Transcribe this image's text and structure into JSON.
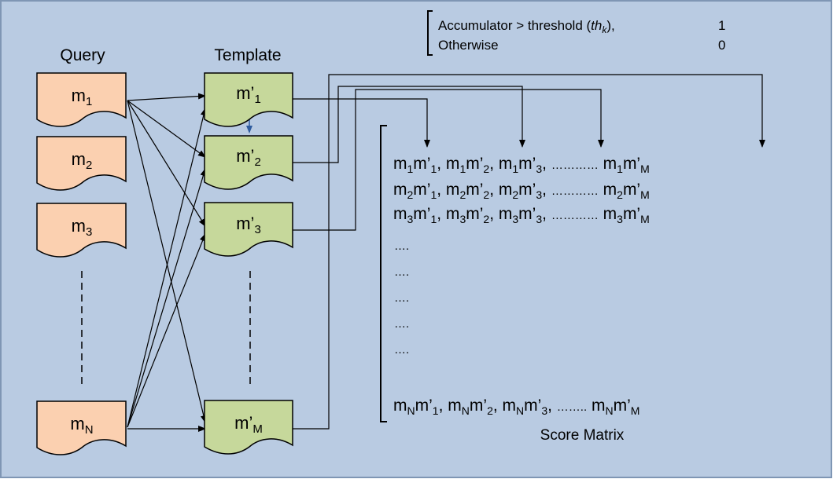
{
  "colors": {
    "background": "#b9cbe2",
    "border": "#7f96b4",
    "query_fill": "#fbd0b0",
    "template_fill": "#c6d89b",
    "line": "#000000",
    "accent_arrow": "#2f5c9e"
  },
  "threshold_rule": {
    "line1_text": "Accumulator > threshold (",
    "line1_var": "th",
    "line1_sub": "k",
    "line1_end": "),",
    "line1_value": "1",
    "line2_text": "Otherwise",
    "line2_value": "0"
  },
  "query": {
    "title": "Query",
    "nodes": [
      {
        "base": "m",
        "sub": "1"
      },
      {
        "base": "m",
        "sub": "2"
      },
      {
        "base": "m",
        "sub": "3"
      },
      {
        "base": "m",
        "sub": "N"
      }
    ]
  },
  "template": {
    "title": "Template",
    "nodes": [
      {
        "base": "m’",
        "sub": "1"
      },
      {
        "base": "m’",
        "sub": "2"
      },
      {
        "base": "m’",
        "sub": "3"
      },
      {
        "base": "m’",
        "sub": "M"
      }
    ]
  },
  "matrix": {
    "caption": "Score Matrix",
    "rows": [
      [
        {
          "t": "m"
        },
        {
          "t": "1",
          "s": 1
        },
        {
          "t": "m’"
        },
        {
          "t": "1",
          "s": 1
        },
        {
          "t": ",  m"
        },
        {
          "t": "1",
          "s": 1
        },
        {
          "t": "m’"
        },
        {
          "t": "2",
          "s": 1
        },
        {
          "t": ", m"
        },
        {
          "t": "1",
          "s": 1
        },
        {
          "t": "m’"
        },
        {
          "t": "3",
          "s": 1
        },
        {
          "t": ", "
        },
        {
          "t": "…………",
          "d": 1
        },
        {
          "t": " m"
        },
        {
          "t": "1",
          "s": 1
        },
        {
          "t": "m’"
        },
        {
          "t": "M",
          "s": 1
        }
      ],
      [
        {
          "t": "m"
        },
        {
          "t": "2",
          "s": 1
        },
        {
          "t": "m’"
        },
        {
          "t": "1",
          "s": 1
        },
        {
          "t": ",  m"
        },
        {
          "t": "2",
          "s": 1
        },
        {
          "t": "m’"
        },
        {
          "t": "2",
          "s": 1
        },
        {
          "t": ", m"
        },
        {
          "t": "2",
          "s": 1
        },
        {
          "t": "m’"
        },
        {
          "t": "3",
          "s": 1
        },
        {
          "t": ", "
        },
        {
          "t": "…………",
          "d": 1
        },
        {
          "t": " m"
        },
        {
          "t": "2",
          "s": 1
        },
        {
          "t": "m’"
        },
        {
          "t": "M",
          "s": 1
        }
      ],
      [
        {
          "t": "m"
        },
        {
          "t": "3",
          "s": 1
        },
        {
          "t": "m’"
        },
        {
          "t": "1",
          "s": 1
        },
        {
          "t": ",  m"
        },
        {
          "t": "3",
          "s": 1
        },
        {
          "t": "m’"
        },
        {
          "t": "2",
          "s": 1
        },
        {
          "t": ", m"
        },
        {
          "t": "3",
          "s": 1
        },
        {
          "t": "m’"
        },
        {
          "t": "3",
          "s": 1
        },
        {
          "t": ", "
        },
        {
          "t": "…………",
          "d": 1
        },
        {
          "t": " m"
        },
        {
          "t": "3",
          "s": 1
        },
        {
          "t": "m’"
        },
        {
          "t": "M",
          "s": 1
        }
      ]
    ],
    "ellipsis_rows": [
      "….",
      "….",
      "….",
      "….",
      "…."
    ],
    "last_row": [
      {
        "t": "m"
      },
      {
        "t": "N",
        "s": 1
      },
      {
        "t": "m’"
      },
      {
        "t": "1",
        "s": 1
      },
      {
        "t": ",  m"
      },
      {
        "t": "N",
        "s": 1
      },
      {
        "t": "m’"
      },
      {
        "t": "2",
        "s": 1
      },
      {
        "t": ", m"
      },
      {
        "t": "N",
        "s": 1
      },
      {
        "t": "m’"
      },
      {
        "t": "3",
        "s": 1
      },
      {
        "t": ", "
      },
      {
        "t": "……..",
        "d": 1
      },
      {
        "t": " m"
      },
      {
        "t": "N",
        "s": 1
      },
      {
        "t": "m’"
      },
      {
        "t": "M",
        "s": 1
      }
    ]
  }
}
